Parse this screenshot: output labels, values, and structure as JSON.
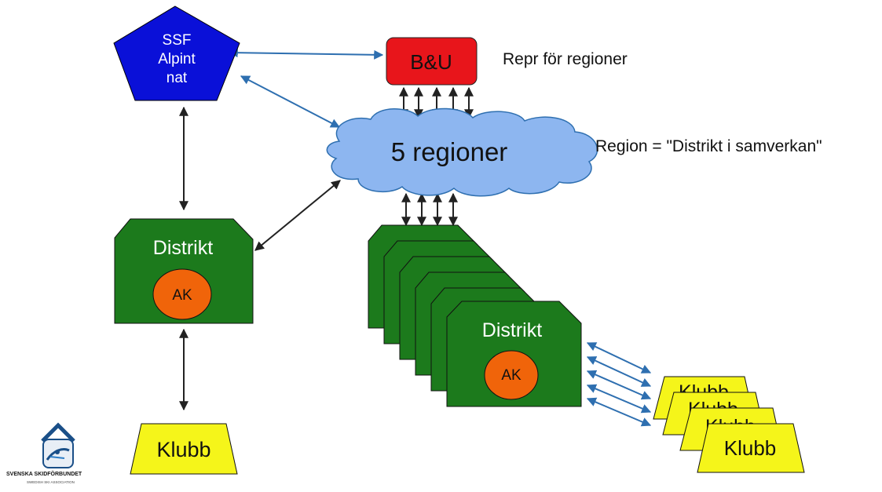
{
  "nodes": {
    "ssf": {
      "line1": "SSF",
      "line2": "Alpint",
      "line3": "nat"
    },
    "bu": {
      "label": "B&U"
    },
    "regions": {
      "label": "5 regioner"
    },
    "district_left": {
      "label": "Distrikt",
      "ak": "AK"
    },
    "district_stack": {
      "label": "Distrikt",
      "ak": "AK"
    },
    "klubb_left": {
      "label": "Klubb"
    },
    "klubb_stack": {
      "label": "Klubb",
      "hidden_label": "Klubb"
    }
  },
  "annotations": {
    "bu_note": "Repr för regioner",
    "region_note": "Region = \"Distrikt i samverkan\""
  },
  "logo": {
    "text": "SVENSKA SKIDFÖRBUNDET",
    "subtext": "SWEDISH SKI ASSOCIATION",
    "icon": "ski-federation-logo-icon"
  },
  "colors": {
    "ssf_fill": "#0a10d8",
    "bu_fill": "#e8151b",
    "cloud_fill": "#8db6f0",
    "district_fill": "#1c7a1c",
    "ak_fill": "#f0640a",
    "klubb_fill": "#f5f51a",
    "arrow_blue": "#2e6fb0",
    "arrow_black": "#222222"
  }
}
